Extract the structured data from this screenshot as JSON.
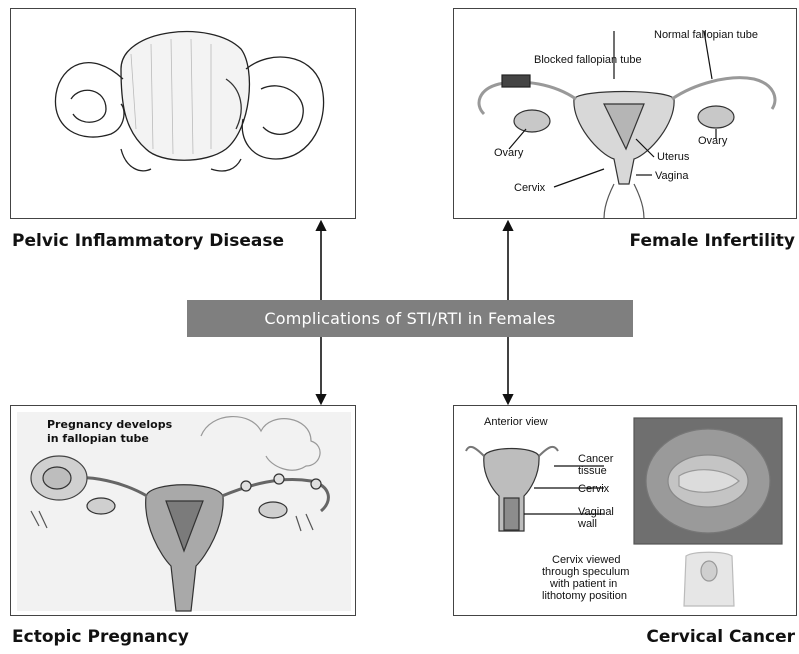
{
  "center_title": "Complications of  STI/RTI in Females",
  "panels": {
    "pid": {
      "caption": "Pelvic Inflammatory Disease"
    },
    "infertility": {
      "caption": "Female Infertility",
      "labels": {
        "normal_tube": "Normal fallopian tube",
        "blocked_tube": "Blocked fallopian tube",
        "ovary_left": "Ovary",
        "ovary_right": "Ovary",
        "uterus": "Uterus",
        "cervix": "Cervix",
        "vagina": "Vagina"
      }
    },
    "ectopic": {
      "caption": "Ectopic Pregnancy",
      "labels": {
        "pregnancy_line1": "Pregnancy develops",
        "pregnancy_line2": "in fallopian tube"
      }
    },
    "cervical": {
      "caption": "Cervical Cancer",
      "labels": {
        "anterior_view": "Anterior view",
        "cancer_tissue_1": "Cancer",
        "cancer_tissue_2": "tissue",
        "cervix": "Cervix",
        "vaginal_wall_1": "Vaginal",
        "vaginal_wall_2": "wall",
        "speculum_1": "Cervix viewed",
        "speculum_2": "through speculum",
        "speculum_3": "with patient in",
        "speculum_4": "lithotomy position"
      }
    }
  }
}
